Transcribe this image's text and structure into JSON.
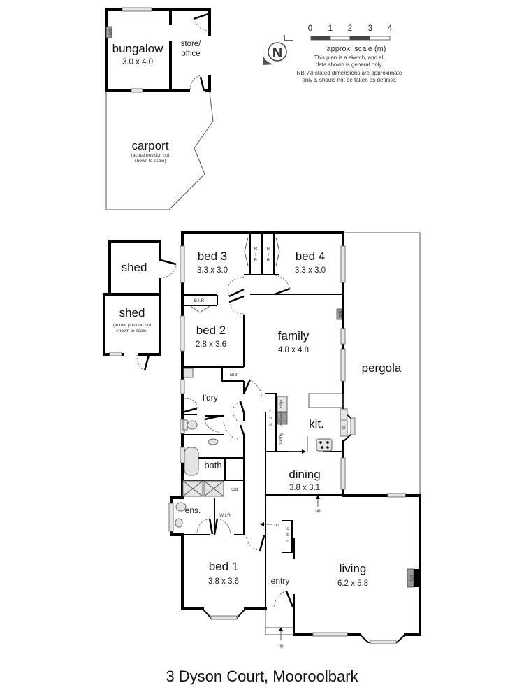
{
  "plan": {
    "address": "3 Dyson Court, Mooroolbark",
    "legend": {
      "compass_letter": "N",
      "scale_ticks": [
        "0",
        "1",
        "2",
        "3",
        "4"
      ],
      "scale_label": "approx. scale (m)",
      "disclaimer_line1": "This plan is a sketch, and all",
      "disclaimer_line2": "data shown is general only.",
      "nb_line1": "NB: All stated dimensions are approximate",
      "nb_line2": "only & should not be taken as definite."
    },
    "rooms": {
      "bungalow": {
        "name": "bungalow",
        "dims": "3.0 x 4.0"
      },
      "store_office": {
        "line1": "store/",
        "line2": "office"
      },
      "carport": {
        "name": "carport",
        "note1": "(actual position not",
        "note2": "shown to scale)"
      },
      "shed_top": {
        "name": "shed"
      },
      "shed_bottom": {
        "name": "shed",
        "note1": "(actual position not",
        "note2": "shown to scale)"
      },
      "bed3": {
        "name": "bed 3",
        "dims": "3.3 x 3.0"
      },
      "bed4": {
        "name": "bed 4",
        "dims": "3.3 x 3.0"
      },
      "bed2": {
        "name": "bed 2",
        "dims": "2.8 x 3.6"
      },
      "family": {
        "name": "family",
        "dims": "4.8 x 4.8"
      },
      "pergola": {
        "name": "pergola"
      },
      "laundry": {
        "name": "l'dry"
      },
      "kitchen": {
        "name": "kit."
      },
      "bath": {
        "name": "bath"
      },
      "dining": {
        "name": "dining",
        "dims": "3.8 x 3.1"
      },
      "ensuite": {
        "name": "ens."
      },
      "bed1": {
        "name": "bed 1",
        "dims": "3.8 x 3.6"
      },
      "entry": {
        "name": "entry"
      },
      "living": {
        "name": "living",
        "dims": "6.2 x 5.8"
      }
    },
    "labels": {
      "ac": "a/c",
      "bir": "B.I.R",
      "bir_b": "B",
      "bir_i": "I",
      "bir_r": "R",
      "cbd": "cbd",
      "c": "c",
      "b": "b",
      "d": "d",
      "wir": "W.I.R",
      "pantry": "pantry",
      "fridge": "fridge",
      "wall_oven": "wall oven",
      "up": "up",
      "ofp": "ofp",
      "dish": "dish"
    }
  }
}
